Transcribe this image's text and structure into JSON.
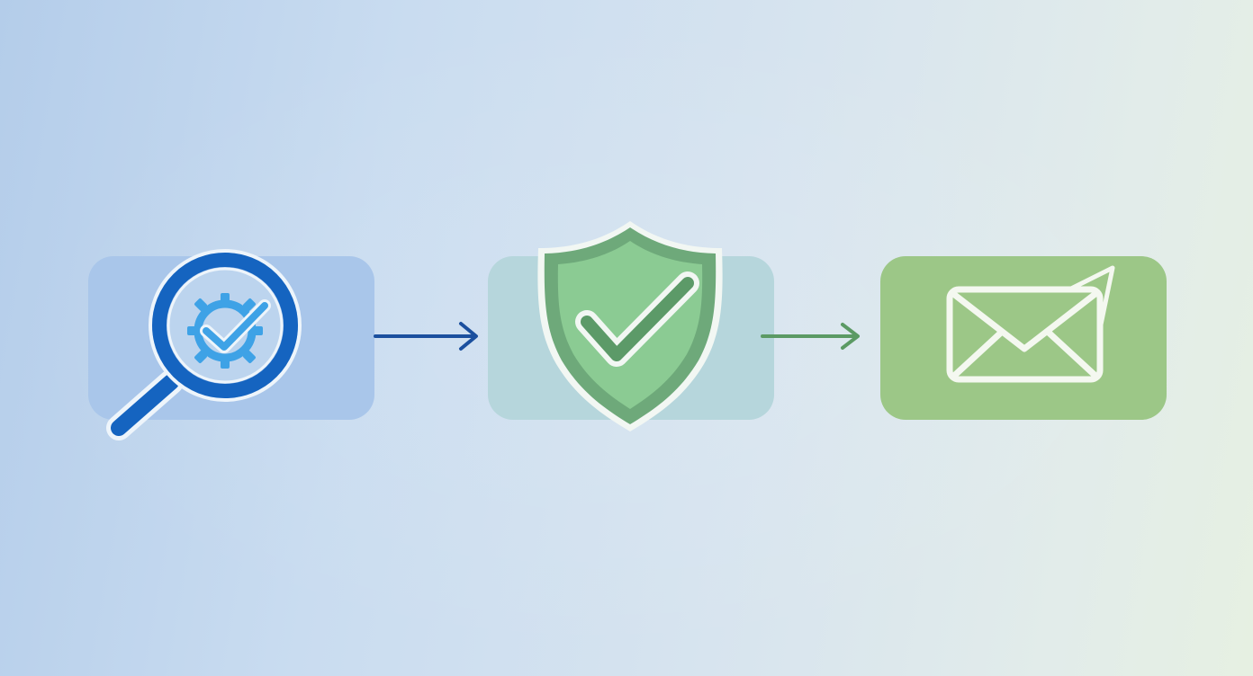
{
  "colors": {
    "inspect_card": "#a9c6ea",
    "verify_card": "#b6d6dc",
    "send_card": "#9cc787",
    "blue_dark": "#1564c0",
    "blue_light": "#3ea2e6",
    "arrow_blue": "#1b4f9e",
    "arrow_green": "#5b9a64",
    "shield_outer": "#6ea97a",
    "shield_inner": "#8bcb93",
    "check_green": "#5c9a68",
    "envelope_stroke": "#f4f8f0",
    "outline_white": "#eef5fb"
  },
  "steps": [
    {
      "id": "inspect",
      "icon": "magnifier-check-gear-icon"
    },
    {
      "id": "verify",
      "icon": "shield-check-icon"
    },
    {
      "id": "send",
      "icon": "envelope-send-icon"
    }
  ],
  "connectors": [
    {
      "from": "inspect",
      "to": "verify",
      "icon": "arrow-right-icon"
    },
    {
      "from": "verify",
      "to": "send",
      "icon": "arrow-right-icon"
    }
  ]
}
